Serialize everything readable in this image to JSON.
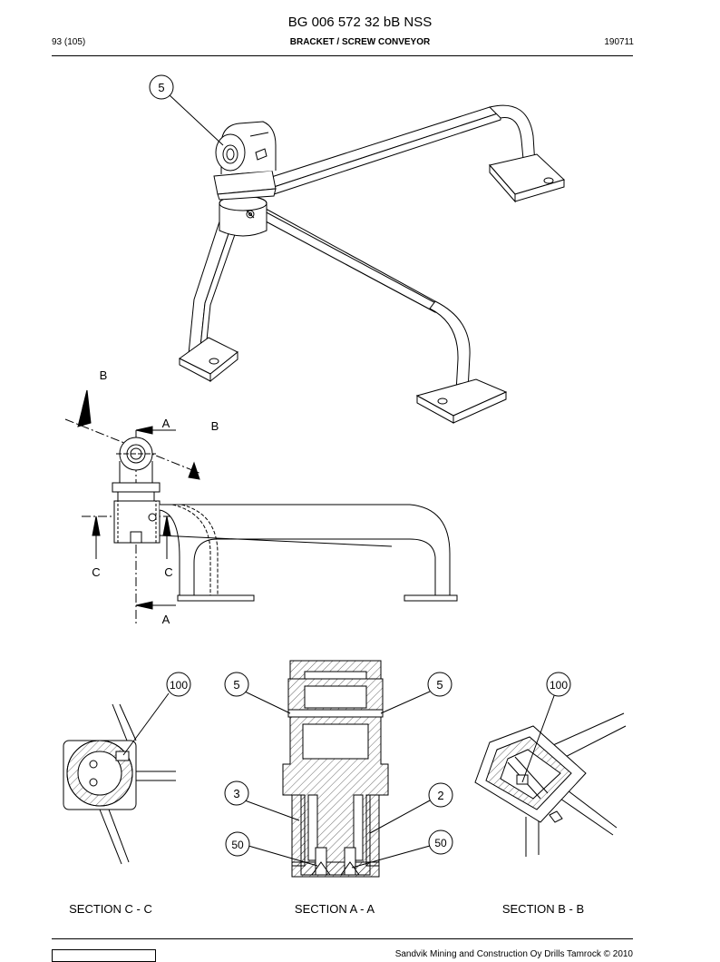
{
  "header": {
    "doc_title": "BG 006 572 32 bB NSS",
    "page": "93 (105)",
    "subtitle": "BRACKET / SCREW CONVEYOR",
    "date_code": "190711"
  },
  "callouts": {
    "top_item": "5",
    "cc_item": "100",
    "aa_left_top": "5",
    "aa_right_top": "5",
    "aa_left_mid": "3",
    "aa_right_mid": "2",
    "aa_left_bot": "50",
    "aa_right_bot": "50",
    "bb_item": "100"
  },
  "view_markers": {
    "b_top": "B",
    "a_top": "A",
    "b_right": "B",
    "c_left": "C",
    "c_right": "C",
    "a_bottom": "A"
  },
  "sections": {
    "cc": "SECTION C - C",
    "aa": "SECTION A - A",
    "bb": "SECTION B - B"
  },
  "footer": {
    "copyright": "Sandvik Mining and Construction Oy Drills Tamrock © 2010"
  }
}
